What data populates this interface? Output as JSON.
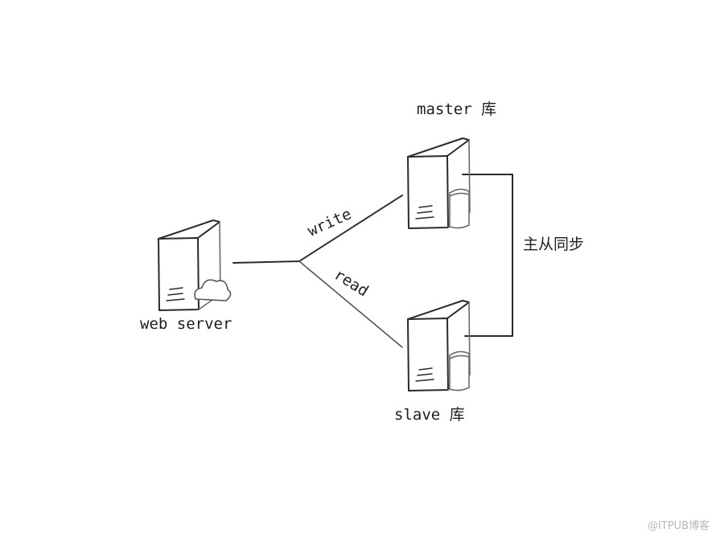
{
  "nodes": {
    "web_server": {
      "label": "web server"
    },
    "master": {
      "label": "master 库"
    },
    "slave": {
      "label": "slave 库"
    }
  },
  "edges": {
    "write": {
      "label": "write"
    },
    "read": {
      "label": "read"
    },
    "sync": {
      "label": "主从同步"
    }
  },
  "watermark": "@ITPUB博客"
}
